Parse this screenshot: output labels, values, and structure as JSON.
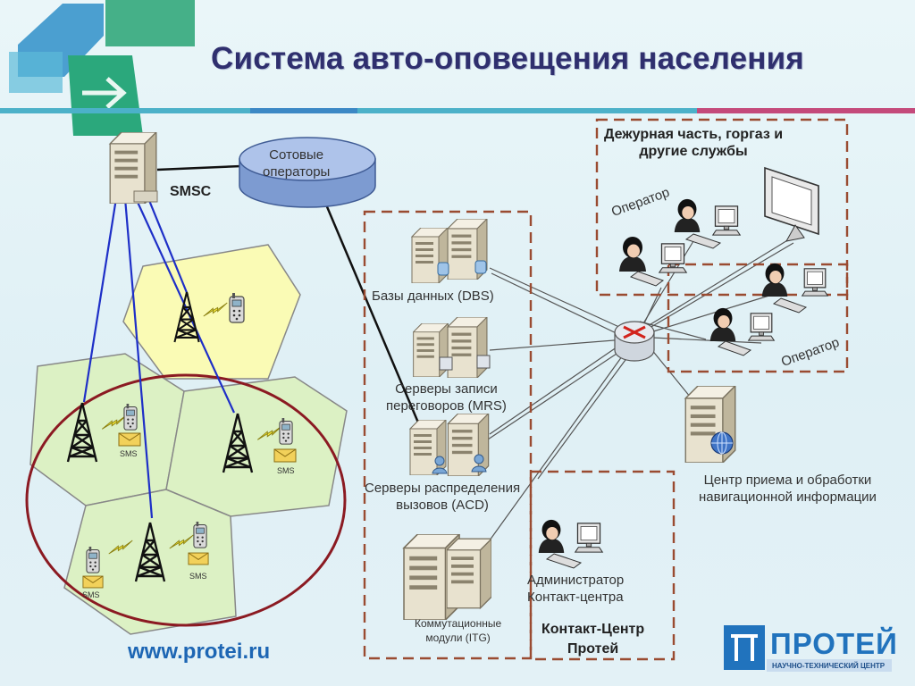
{
  "title": "Система авто-оповещения населения",
  "nodes": {
    "smsc": "SMSC",
    "cellular_operators": [
      "Сотовые",
      "операторы"
    ],
    "duty_services": [
      "Дежурная часть, горгаз  и",
      "другие службы"
    ],
    "operator_top": "Оператор",
    "operator_bottom": "Оператор",
    "dbs": "Базы данных (DBS)",
    "mrs": [
      "Серверы записи",
      "переговоров (MRS)"
    ],
    "acd": [
      "Серверы распределения",
      "вызовов (ACD)"
    ],
    "itg": [
      "Коммутационные",
      "модули (ITG)"
    ],
    "admin": [
      "Администратор",
      "Контакт-центра"
    ],
    "contact_center": [
      "Контакт-Центр",
      "Протей"
    ],
    "nav_center": [
      "Центр приема и обработки",
      "навигационной информации"
    ],
    "sms": [
      "SMS",
      "SMS",
      "SMS",
      "SMS"
    ]
  },
  "footer": {
    "url": "www.protei.ru",
    "logo": "ПРОТЕЙ",
    "logo_sub": "НАУЧНО-ТЕХНИЧЕСКИЙ ЦЕНТР"
  },
  "colors": {
    "title": "#2f2f6e",
    "coverage_ellipse": "#8b1a22",
    "smsc_links": "#1e2fc7",
    "group_box": "#9a4b31",
    "brand_blue": "#2173bd"
  }
}
